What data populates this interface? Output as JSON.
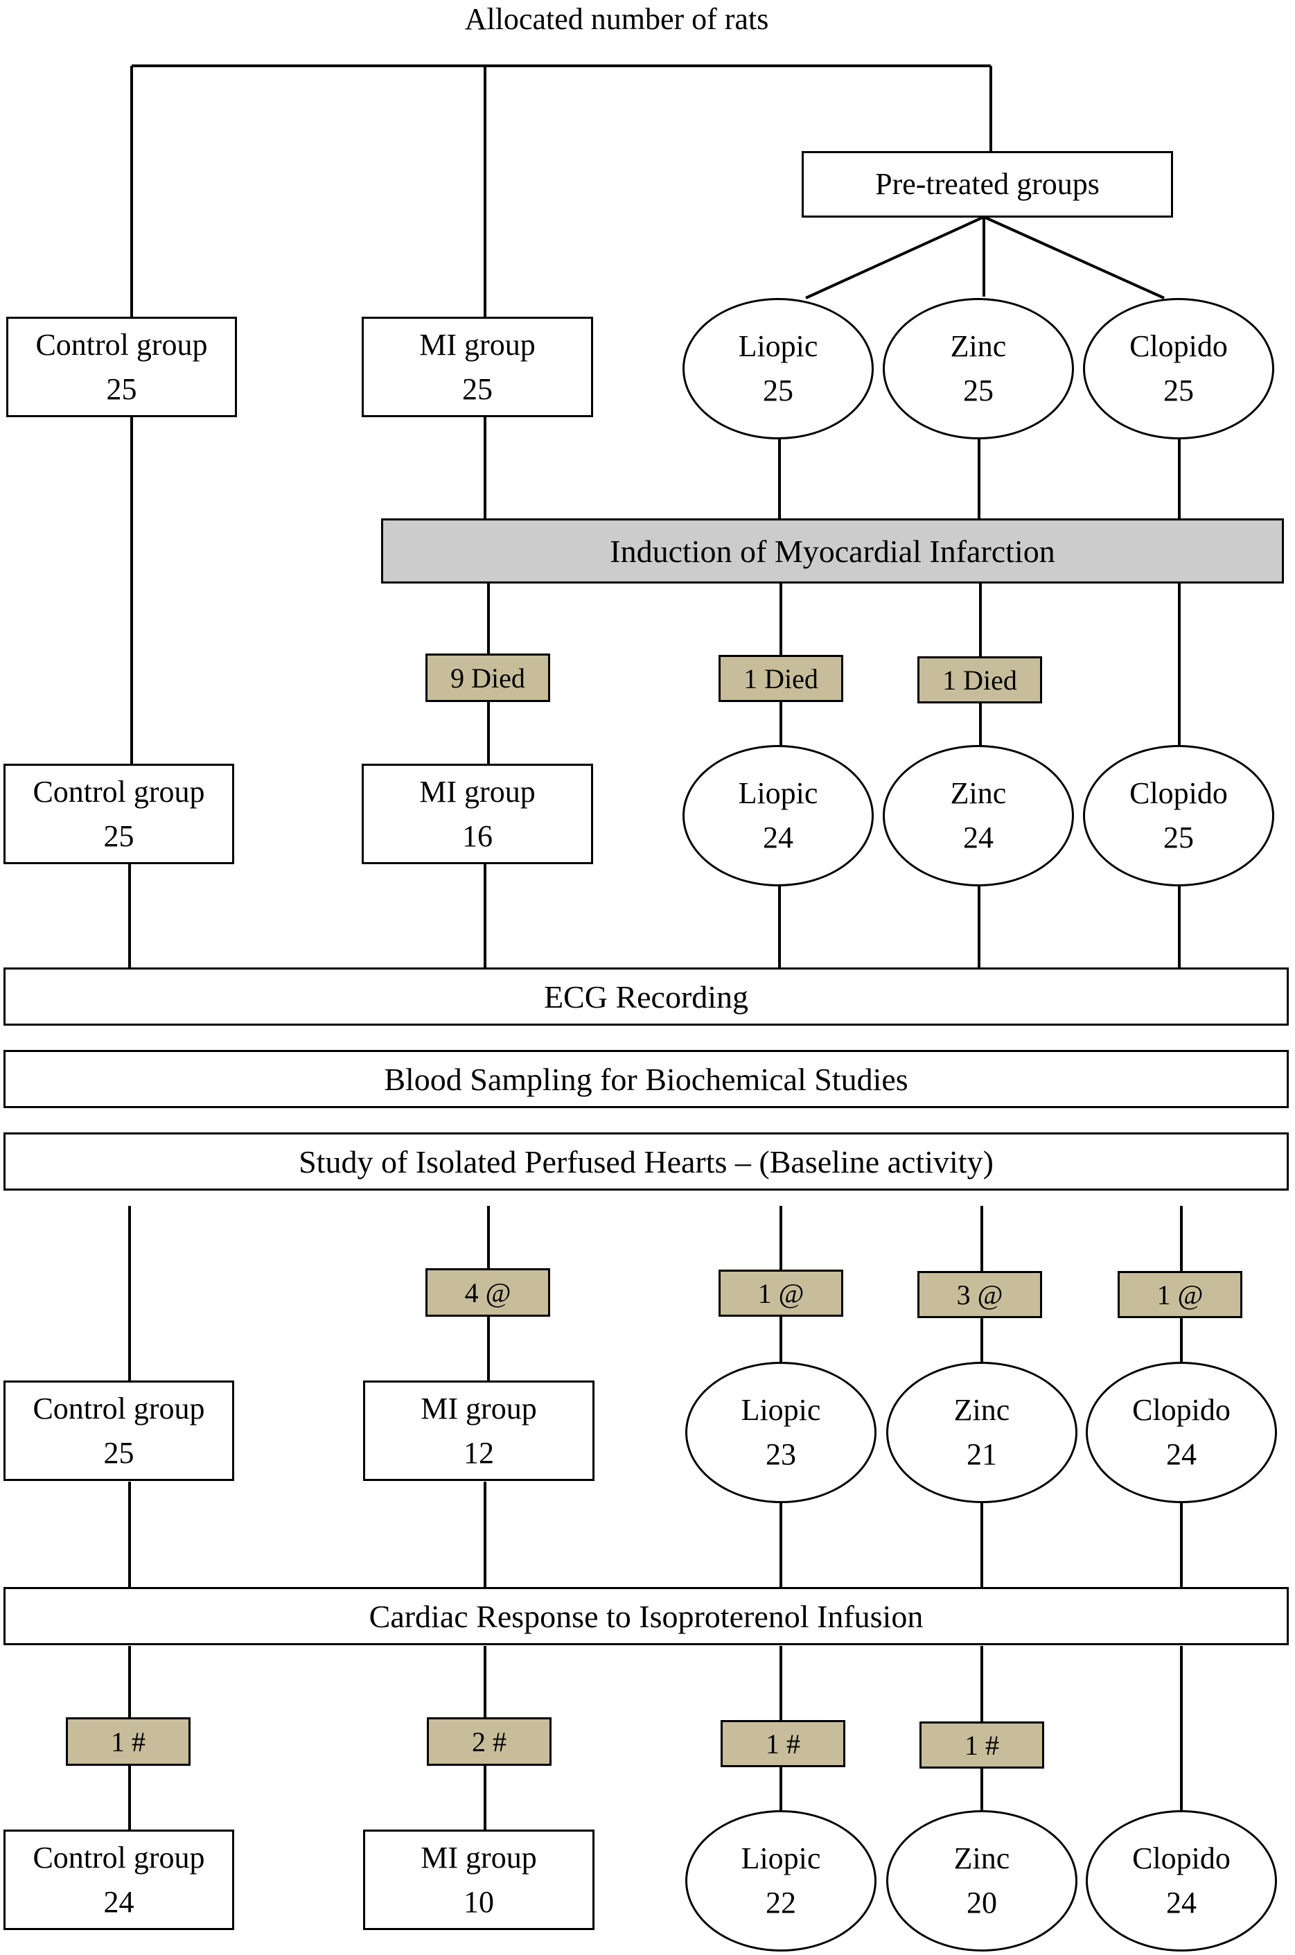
{
  "title": "Allocated number of rats",
  "pretreated_label": "Pre-treated groups",
  "rows": [
    {
      "control": {
        "name": "Control group",
        "n": "25"
      },
      "mi": {
        "name": "MI group",
        "n": "25"
      },
      "liopic": {
        "name": "Liopic",
        "n": "25"
      },
      "zinc": {
        "name": "Zinc",
        "n": "25"
      },
      "clopido": {
        "name": "Clopido",
        "n": "25"
      }
    },
    {
      "control": {
        "name": "Control group",
        "n": "25"
      },
      "mi": {
        "name": "MI group",
        "n": "16"
      },
      "liopic": {
        "name": "Liopic",
        "n": "24"
      },
      "zinc": {
        "name": "Zinc",
        "n": "24"
      },
      "clopido": {
        "name": "Clopido",
        "n": "25"
      }
    },
    {
      "control": {
        "name": "Control group",
        "n": "25"
      },
      "mi": {
        "name": "MI group",
        "n": "12"
      },
      "liopic": {
        "name": "Liopic",
        "n": "23"
      },
      "zinc": {
        "name": "Zinc",
        "n": "21"
      },
      "clopido": {
        "name": "Clopido",
        "n": "24"
      }
    },
    {
      "control": {
        "name": "Control group",
        "n": "24"
      },
      "mi": {
        "name": "MI group",
        "n": "10"
      },
      "liopic": {
        "name": "Liopic",
        "n": "22"
      },
      "zinc": {
        "name": "Zinc",
        "n": "20"
      },
      "clopido": {
        "name": "Clopido",
        "n": "24"
      }
    }
  ],
  "steps": {
    "induction": "Induction of Myocardial Infarction",
    "ecg": "ECG Recording",
    "blood": "Blood Sampling for Biochemical Studies",
    "isolated": "Study of Isolated Perfused Hearts – (Baseline activity)",
    "isoproterenol": "Cardiac Response to Isoproterenol Infusion"
  },
  "losses": {
    "died": {
      "mi": "9 Died",
      "liopic": "1 Died",
      "zinc": "1 Died"
    },
    "at": {
      "mi": "4 @",
      "liopic": "1 @",
      "zinc": "3 @",
      "clopido": "1 @"
    },
    "hash": {
      "control": "1 #",
      "mi": "2 #",
      "liopic": "1 #",
      "zinc": "1 #"
    }
  },
  "colors": {
    "tag_fill": "#c7bd9a",
    "induction_fill": "#cccccc"
  }
}
